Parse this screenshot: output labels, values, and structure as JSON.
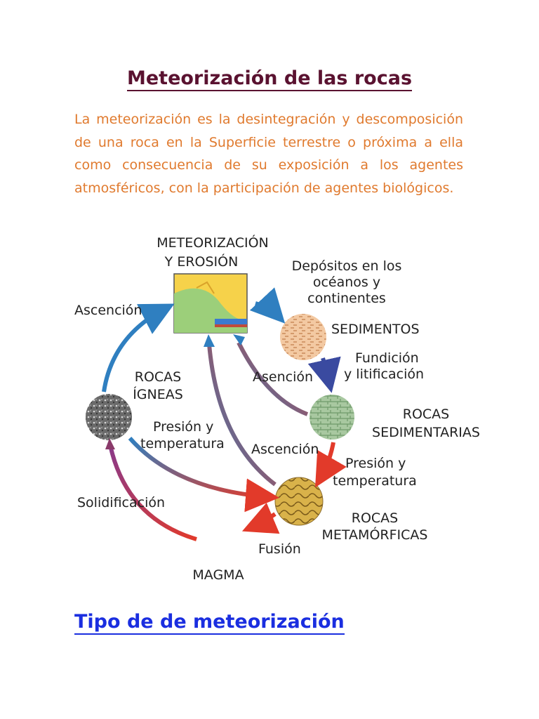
{
  "page": {
    "title": "Meteorización de las rocas",
    "paragraph": "La meteorización es la desintegración y descomposición de una roca en la Superficie terrestre o próxima a ella como consecuencia de su exposición a los agentes atmosféricos, con la participación de agentes biológicos.",
    "subtitle": "Tipo de de meteorización"
  },
  "diagram": {
    "top_title_1": "METEORIZACIÓN",
    "top_title_2": "Y EROSIÓN",
    "depositos_1": "Depósitos en los",
    "depositos_2": "océanos y",
    "depositos_3": "continentes",
    "sedimentos": "SEDIMENTOS",
    "fundicion_1": "Fundición",
    "fundicion_2": "y litificación",
    "asencion": "Asención",
    "rocas_sed_1": "ROCAS",
    "rocas_sed_2": "SEDIMENTARIAS",
    "ascencion_mid": "Ascención",
    "presion_right_1": "Presión y",
    "presion_right_2": "temperatura",
    "rocas_met_1": "ROCAS",
    "rocas_met_2": "METAMÓRFICAS",
    "fusion": "Fusión",
    "magma": "MAGMA",
    "solidificacion": "Solidificación",
    "rocas_ign_1": "ROCAS",
    "rocas_ign_2": "ÍGNEAS",
    "presion_left_1": "Presión y",
    "presion_left_2": "temperatura",
    "ascencion_left": "Ascención"
  },
  "colors": {
    "title": "#5a1230",
    "paragraph": "#e07a2e",
    "subtitle": "#1a2ee0",
    "arrow_blue": "#2f7fc0",
    "arrow_red": "#e23a2a"
  }
}
